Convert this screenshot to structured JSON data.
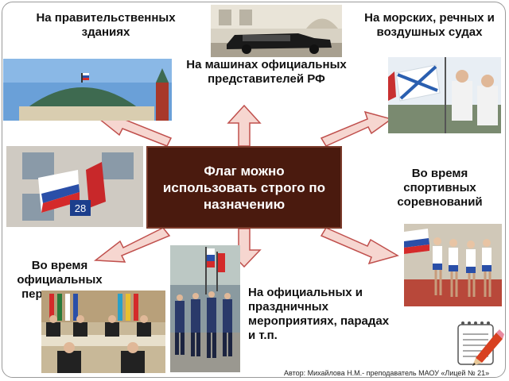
{
  "center_text": "Флаг можно использовать строго по назначению",
  "labels": {
    "government_buildings": "На правительственных зданиях",
    "official_cars": "На машинах официальных представителей РФ",
    "vessels": "На морских, речных и воздушных судах",
    "sports": "Во время спортивных соревнований",
    "negotiations": "Во время официальных переговоров",
    "events": "На официальных и праздничных мероприятиях, парадах и т.п."
  },
  "photos": {
    "car": "official car photo",
    "kremlin": "government building dome photo",
    "sailors": "sailors raising flag photo",
    "building_flags": "flags on building photo",
    "athletes": "athletes with flags photo",
    "meeting": "official negotiations photo",
    "parade": "military parade photo"
  },
  "house_number": "28",
  "author": "Автор: Михайлова Н.М.- преподаватель МАОУ «Лицей № 21»",
  "colors": {
    "center_bg": "#4a1a0e",
    "arrow_fill": "#f6d6d0",
    "arrow_stroke": "#c0504d"
  }
}
